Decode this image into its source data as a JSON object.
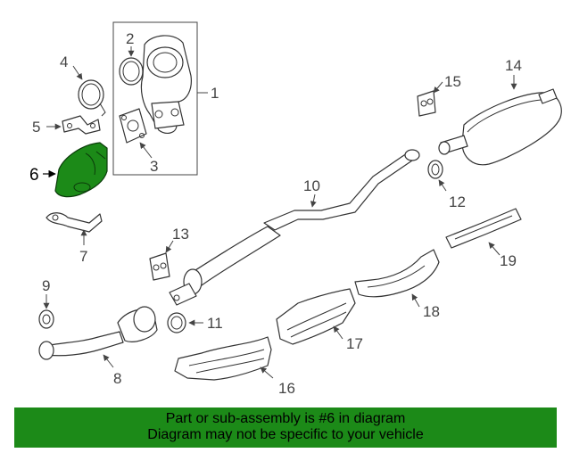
{
  "diagram": {
    "highlight_color": "#1c8a18",
    "highlighted_part": "6",
    "callouts": [
      "1",
      "2",
      "3",
      "4",
      "5",
      "6",
      "7",
      "8",
      "9",
      "10",
      "11",
      "12",
      "13",
      "14",
      "15",
      "16",
      "17",
      "18",
      "19"
    ]
  },
  "banner": {
    "line1": "Part or sub-assembly is #6 in diagram",
    "line2": "Diagram may not be specific to your vehicle",
    "color": "#1c8a18"
  }
}
